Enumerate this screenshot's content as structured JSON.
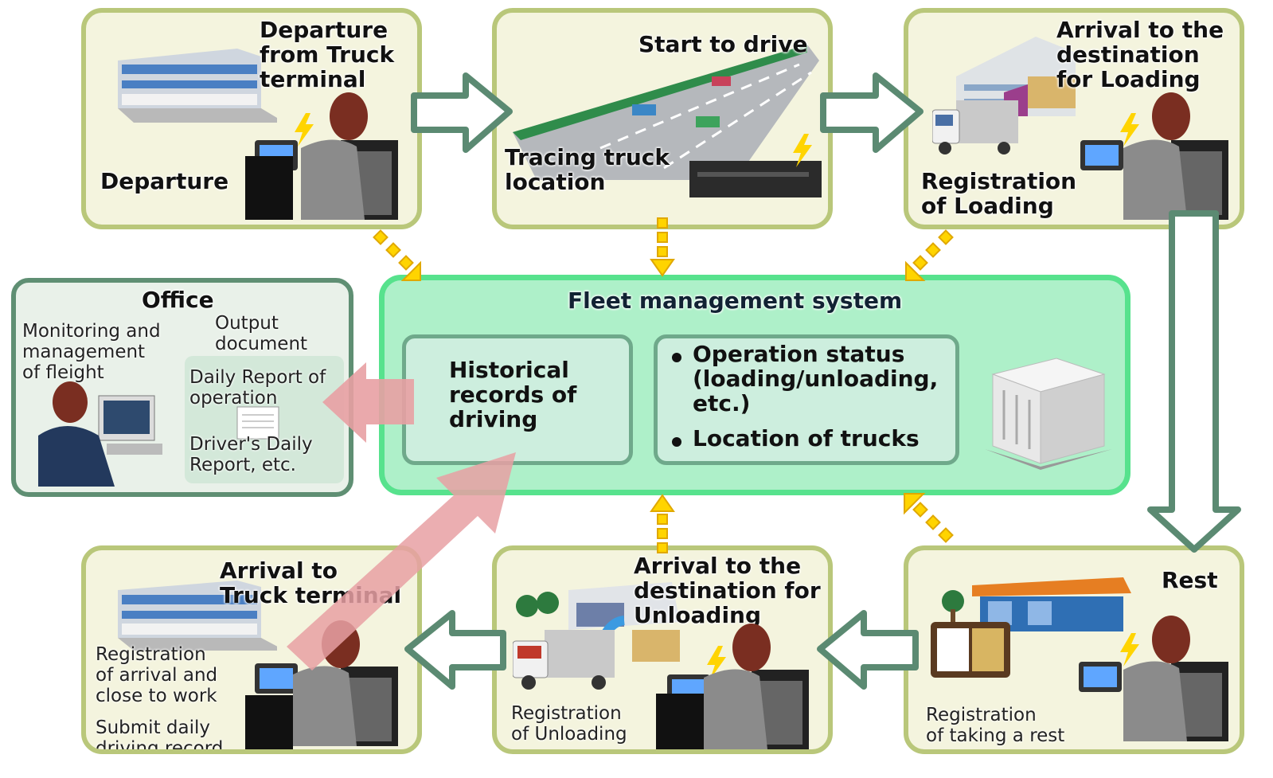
{
  "steps": {
    "departure": {
      "title": "Departure\nfrom Truck\nterminal",
      "caption": "Departure"
    },
    "start": {
      "title": "Start to drive",
      "caption": "Tracing truck\nlocation"
    },
    "arrival_loading": {
      "title": "Arrival to the\ndestination\nfor Loading",
      "caption": "Registration\nof Loading"
    },
    "rest": {
      "title": "Rest",
      "caption": "Registration\nof taking a rest"
    },
    "arrival_unloading": {
      "title": "Arrival to the\ndestination for\nUnloading",
      "caption": "Registration\nof Unloading"
    },
    "arrival_terminal": {
      "title": "Arrival to\nTruck terminal",
      "caption1": "Registration\nof arrival and\nclose to work",
      "caption2": "Submit daily\ndriving record"
    }
  },
  "office": {
    "title": "Office",
    "monitoring": "Monitoring and\nmanagement\nof fleight",
    "output": "Output\ndocument",
    "doc1": "Daily Report of\noperation",
    "doc2": "Driver's Daily\nReport, etc."
  },
  "fleet": {
    "title": "Fleet management system",
    "historical": "Historical\nrecords of\ndriving",
    "bullets": [
      "Operation status\n(loading/unloading,\netc.)",
      "Location of trucks"
    ]
  },
  "colors": {
    "panel_bg": "#f4f4de",
    "panel_border": "#b9c77a",
    "flow_arrow": "#5b8a72",
    "data_arrow": "#ffd400",
    "report_arrow": "#e8a0a3",
    "fleet_bg": "#aef0c9",
    "office_border": "#5f8f73"
  },
  "icons": [
    "office-building-icon",
    "highway-icon",
    "warehouse-icon",
    "rest-stop-icon",
    "lunchbox-icon",
    "driver-icon",
    "tablet-device-icon",
    "lightning-icon",
    "server-icon",
    "operator-computer-icon",
    "document-icon",
    "truck-icon"
  ]
}
